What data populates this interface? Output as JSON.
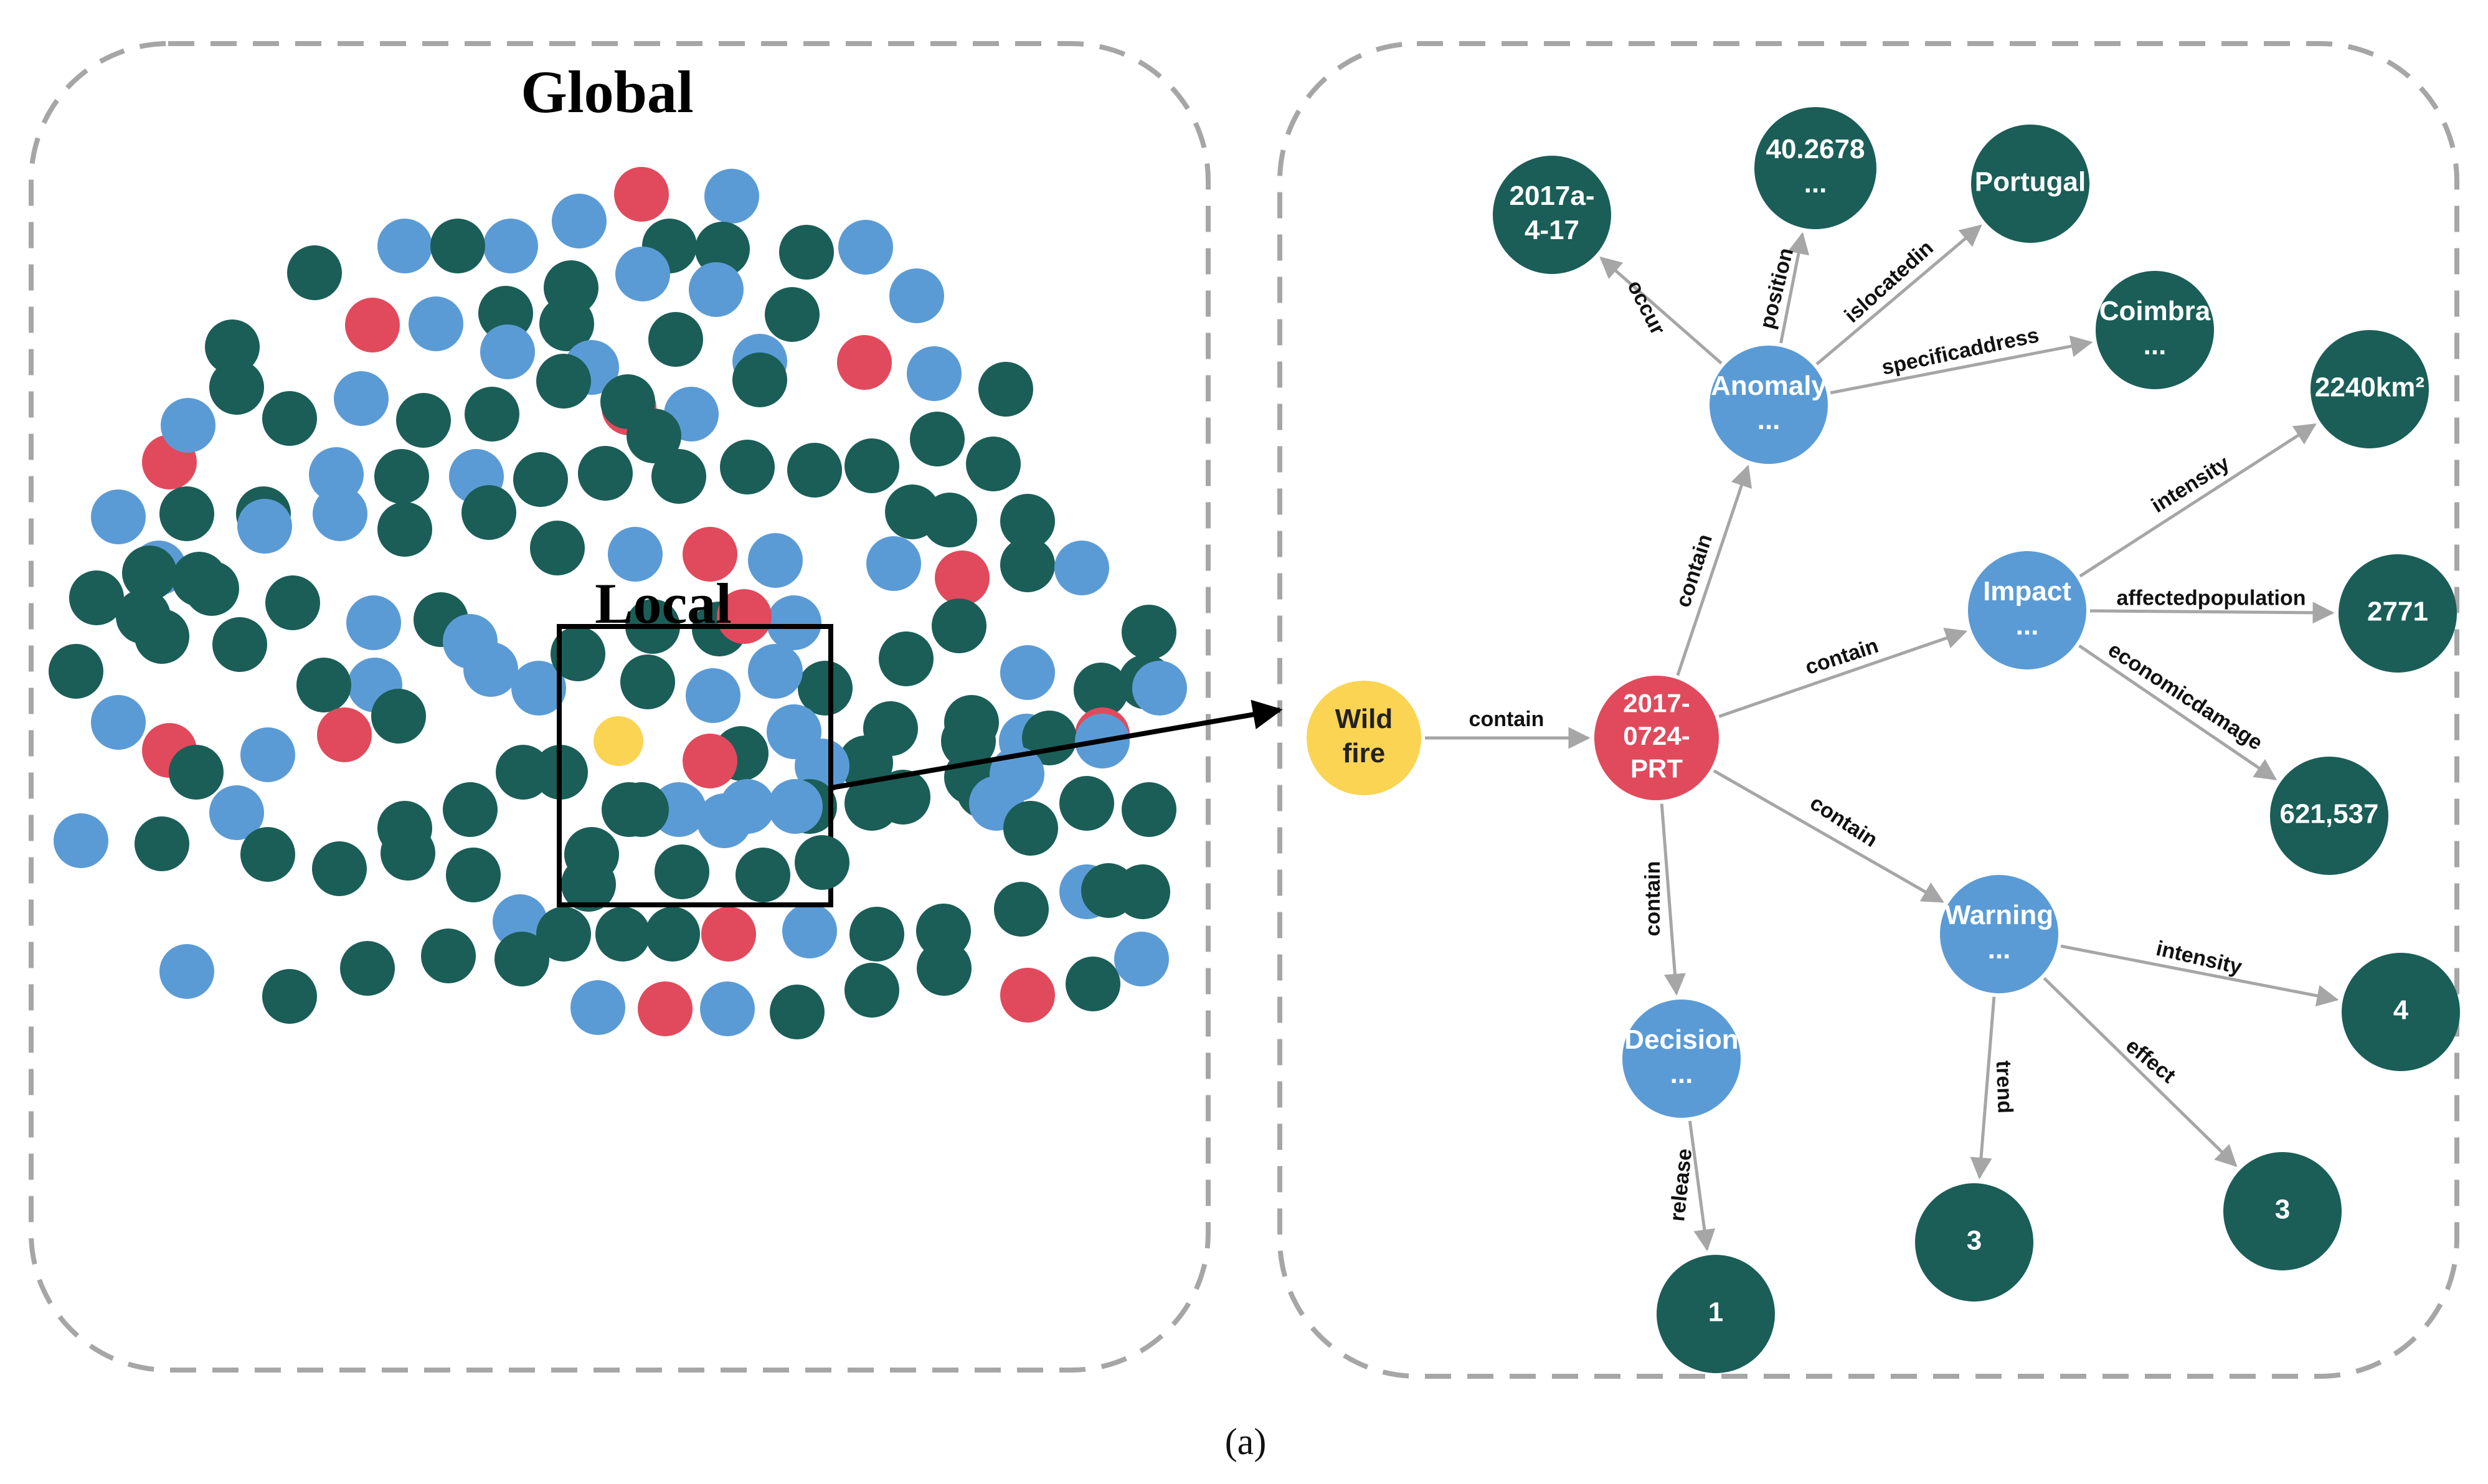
{
  "colors": {
    "dark_green": "#1a5e57",
    "blue": "#5b9bd5",
    "red": "#e14a5c",
    "yellow": "#fbd453",
    "edge": "#a6a6a6",
    "frame": "#a6a6a6"
  },
  "global_panel": {
    "title": "Global",
    "local_label": "Local"
  },
  "scatter_dots": [
    {
      "c": "red"
    },
    {
      "c": "blue"
    },
    {
      "c": "blue"
    },
    {
      "c": "green"
    },
    {
      "c": "blue"
    },
    {
      "c": "green"
    },
    {
      "c": "blue"
    },
    {
      "c": "green"
    },
    {
      "c": "green"
    },
    {
      "c": "blue"
    },
    {
      "c": "green"
    },
    {
      "c": "red"
    },
    {
      "c": "blue"
    },
    {
      "c": "green"
    },
    {
      "c": "green"
    },
    {
      "c": "green"
    },
    {
      "c": "blue"
    },
    {
      "c": "blue"
    },
    {
      "c": "green"
    },
    {
      "c": "blue"
    },
    {
      "c": "red"
    },
    {
      "c": "green"
    },
    {
      "c": "blue"
    },
    {
      "c": "blue"
    },
    {
      "c": "green"
    },
    {
      "c": "blue"
    },
    {
      "c": "red"
    },
    {
      "c": "blue"
    },
    {
      "c": "green"
    },
    {
      "c": "blue"
    },
    {
      "c": "green"
    },
    {
      "c": "green"
    },
    {
      "c": "red"
    },
    {
      "c": "blue"
    },
    {
      "c": "green"
    },
    {
      "c": "blue"
    },
    {
      "c": "green"
    },
    {
      "c": "green"
    },
    {
      "c": "green"
    },
    {
      "c": "green"
    },
    {
      "c": "green"
    },
    {
      "c": "green"
    },
    {
      "c": "green"
    },
    {
      "c": "blue"
    },
    {
      "c": "green"
    },
    {
      "c": "green"
    },
    {
      "c": "blue"
    },
    {
      "c": "green"
    },
    {
      "c": "blue"
    },
    {
      "c": "green"
    },
    {
      "c": "green"
    },
    {
      "c": "green"
    },
    {
      "c": "green"
    },
    {
      "c": "green"
    },
    {
      "c": "green"
    },
    {
      "c": "green"
    },
    {
      "c": "green"
    },
    {
      "c": "green"
    },
    {
      "c": "blue"
    },
    {
      "c": "green"
    },
    {
      "c": "blue"
    },
    {
      "c": "blue"
    },
    {
      "c": "green"
    },
    {
      "c": "green"
    },
    {
      "c": "green"
    },
    {
      "c": "blue"
    },
    {
      "c": "red"
    },
    {
      "c": "blue"
    },
    {
      "c": "blue"
    },
    {
      "c": "red"
    },
    {
      "c": "green"
    },
    {
      "c": "blue"
    },
    {
      "c": "green"
    },
    {
      "c": "green"
    },
    {
      "c": "green"
    },
    {
      "c": "green"
    },
    {
      "c": "green"
    },
    {
      "c": "green"
    },
    {
      "c": "blue"
    },
    {
      "c": "green"
    },
    {
      "c": "blue"
    },
    {
      "c": "green"
    },
    {
      "c": "green"
    },
    {
      "c": "blue"
    },
    {
      "c": "green"
    },
    {
      "c": "red"
    },
    {
      "c": "blue"
    },
    {
      "c": "blue"
    },
    {
      "c": "blue"
    },
    {
      "c": "green"
    },
    {
      "c": "red"
    },
    {
      "c": "green"
    },
    {
      "c": "green"
    },
    {
      "c": "blue"
    },
    {
      "c": "green"
    },
    {
      "c": "green"
    },
    {
      "c": "green"
    },
    {
      "c": "green"
    },
    {
      "c": "blue"
    },
    {
      "c": "green"
    },
    {
      "c": "green"
    },
    {
      "c": "blue"
    },
    {
      "c": "green"
    },
    {
      "c": "red"
    },
    {
      "c": "blue"
    },
    {
      "c": "green"
    },
    {
      "c": "green"
    },
    {
      "c": "green"
    },
    {
      "c": "green"
    },
    {
      "c": "green"
    },
    {
      "c": "green"
    },
    {
      "c": "green"
    },
    {
      "c": "blue"
    },
    {
      "c": "green"
    },
    {
      "c": "green"
    },
    {
      "c": "blue"
    },
    {
      "c": "green"
    },
    {
      "c": "green"
    },
    {
      "c": "green"
    },
    {
      "c": "blue"
    },
    {
      "c": "blue"
    },
    {
      "c": "green"
    },
    {
      "c": "green"
    },
    {
      "c": "blue"
    },
    {
      "c": "blue"
    },
    {
      "c": "green"
    },
    {
      "c": "green"
    },
    {
      "c": "green"
    },
    {
      "c": "green"
    },
    {
      "c": "green"
    },
    {
      "c": "red"
    },
    {
      "c": "blue"
    },
    {
      "c": "green"
    },
    {
      "c": "blue"
    },
    {
      "c": "green"
    },
    {
      "c": "blue"
    },
    {
      "c": "green"
    },
    {
      "c": "green"
    },
    {
      "c": "green"
    },
    {
      "c": "green"
    },
    {
      "c": "blue"
    },
    {
      "c": "green"
    },
    {
      "c": "green"
    },
    {
      "c": "green"
    },
    {
      "c": "green"
    },
    {
      "c": "red"
    },
    {
      "c": "blue"
    },
    {
      "c": "green"
    },
    {
      "c": "green"
    },
    {
      "c": "green"
    },
    {
      "c": "blue"
    },
    {
      "c": "green"
    },
    {
      "c": "green"
    },
    {
      "c": "blue"
    },
    {
      "c": "green"
    },
    {
      "c": "green"
    },
    {
      "c": "green"
    },
    {
      "c": "green"
    },
    {
      "c": "blue"
    },
    {
      "c": "red"
    },
    {
      "c": "blue"
    },
    {
      "c": "green"
    },
    {
      "c": "green"
    },
    {
      "c": "green"
    },
    {
      "c": "red"
    },
    {
      "c": "green"
    },
    {
      "c": "blue"
    }
  ],
  "local_box_dots": [
    {
      "c": "green"
    },
    {
      "c": "blue"
    },
    {
      "c": "blue"
    },
    {
      "c": "yellow"
    },
    {
      "c": "red"
    },
    {
      "c": "blue"
    },
    {
      "c": "green"
    },
    {
      "c": "blue"
    },
    {
      "c": "blue"
    },
    {
      "c": "green"
    },
    {
      "c": "green"
    },
    {
      "c": "green"
    },
    {
      "c": "green"
    }
  ],
  "graph": {
    "nodes": [
      {
        "id": "wildfire",
        "lines": [
          "Wild",
          "fire"
        ],
        "color": "yellow",
        "dark_text": true
      },
      {
        "id": "event",
        "lines": [
          "2017-",
          "0724-",
          "PRT"
        ],
        "color": "red"
      },
      {
        "id": "anomaly",
        "lines": [
          "Anomaly",
          "..."
        ],
        "color": "blue"
      },
      {
        "id": "impact",
        "lines": [
          "Impact",
          "..."
        ],
        "color": "blue"
      },
      {
        "id": "warning",
        "lines": [
          "Warning",
          "..."
        ],
        "color": "blue"
      },
      {
        "id": "decision",
        "lines": [
          "Decision",
          "..."
        ],
        "color": "blue"
      },
      {
        "id": "date",
        "lines": [
          "2017a-",
          "4-17"
        ],
        "color": "dark_green"
      },
      {
        "id": "coord",
        "lines": [
          "40.2678",
          "..."
        ],
        "color": "dark_green"
      },
      {
        "id": "portugal",
        "lines": [
          "Portugal"
        ],
        "color": "dark_green"
      },
      {
        "id": "coimbra",
        "lines": [
          "Coimbra",
          "..."
        ],
        "color": "dark_green"
      },
      {
        "id": "area",
        "lines": [
          "2240km²"
        ],
        "color": "dark_green"
      },
      {
        "id": "pop",
        "lines": [
          "2771"
        ],
        "color": "dark_green"
      },
      {
        "id": "damage",
        "lines": [
          "621,537"
        ],
        "color": "dark_green"
      },
      {
        "id": "warn_int",
        "lines": [
          "4"
        ],
        "color": "dark_green"
      },
      {
        "id": "warn_eff",
        "lines": [
          "3"
        ],
        "color": "dark_green"
      },
      {
        "id": "warn_trend",
        "lines": [
          "3"
        ],
        "color": "dark_green"
      },
      {
        "id": "release",
        "lines": [
          "1"
        ],
        "color": "dark_green"
      }
    ],
    "edges": [
      {
        "from": "wildfire",
        "to": "event",
        "label": "contain"
      },
      {
        "from": "event",
        "to": "anomaly",
        "label": "contain"
      },
      {
        "from": "event",
        "to": "impact",
        "label": "contain"
      },
      {
        "from": "event",
        "to": "warning",
        "label": "contain"
      },
      {
        "from": "event",
        "to": "decision",
        "label": "contain"
      },
      {
        "from": "anomaly",
        "to": "date",
        "label": "occur"
      },
      {
        "from": "anomaly",
        "to": "coord",
        "label": "position"
      },
      {
        "from": "anomaly",
        "to": "portugal",
        "label": "islocatedin"
      },
      {
        "from": "anomaly",
        "to": "coimbra",
        "label": "specificaddress"
      },
      {
        "from": "impact",
        "to": "area",
        "label": "intensity"
      },
      {
        "from": "impact",
        "to": "pop",
        "label": "affectedpopulation"
      },
      {
        "from": "impact",
        "to": "damage",
        "label": "economicdamage"
      },
      {
        "from": "warning",
        "to": "warn_int",
        "label": "intensity"
      },
      {
        "from": "warning",
        "to": "warn_eff",
        "label": "effect"
      },
      {
        "from": "warning",
        "to": "warn_trend",
        "label": "trend"
      },
      {
        "from": "decision",
        "to": "release",
        "label": "release"
      }
    ]
  },
  "caption": "(a)"
}
